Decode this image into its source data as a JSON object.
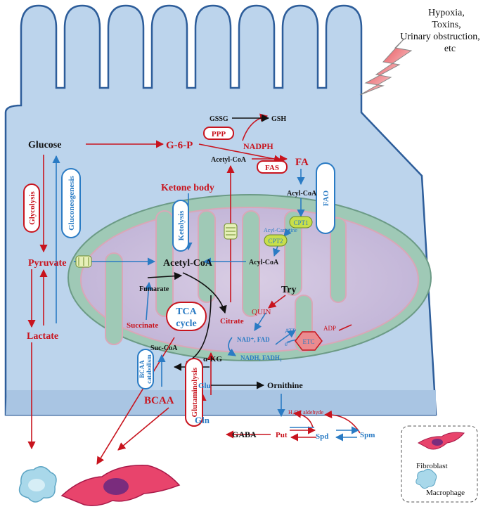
{
  "stress": [
    "Hypoxia,",
    "Toxins,",
    "Urinary obstruction,",
    "etc"
  ],
  "metabolites": {
    "glucose": "Glucose",
    "g6p": "G-6-P",
    "gssg": "GSSG",
    "gsh": "GSH",
    "nadph": "NADPH",
    "acetyl_coa_cyto": "Acetyl-CoA",
    "fa": "FA",
    "acyl_coa_cyto": "Acyl-CoA",
    "ketone_body": "Ketone body",
    "pyruvate": "Pyruvate",
    "lactate": "Lactate",
    "acetyl_coa_mito": "Acetyl-CoA",
    "acyl_coa_mito": "Acyl-CoA",
    "acyl_carnitine": "Acyl-Carnitine",
    "fumarate": "Fumarate",
    "succinate": "Succinate",
    "citrate": "Citrate",
    "try": "Try",
    "quin": "QUIN",
    "nad_fad": "NAD⁺, FAD",
    "nadh_fadh": "NADH, FADH₂",
    "atp": "ATP",
    "adp": "ADP",
    "e": "e⁻",
    "suc_coa": "Suc-CoA",
    "akg": "α-KG",
    "glu": "Glu",
    "gln": "Gln",
    "bcaa": "BCAA",
    "ornithine": "Ornithine",
    "gaba": "GABA",
    "put": "Put",
    "spd": "Spd",
    "spm": "Spm",
    "h2o2": "H₂O₂, aldehyde"
  },
  "pills": {
    "ppp": "PPP",
    "fas": "FAS",
    "glycolysis": "Glycolysis",
    "gluconeogenesis": "Gluconeogenesis",
    "ketolysis": "Ketolysis",
    "fao": "FAO",
    "cpt1": "CPT1",
    "cpt2": "CPT2",
    "tca": [
      "TCA",
      "cycle"
    ],
    "etc": "ETC",
    "bcaa_catabolism": [
      "BCAA",
      "catabolism"
    ],
    "glutaminolysis": "Glutaminolysis"
  },
  "legend": {
    "fibroblast": "Fibroblast",
    "macrophage": "Macrophage"
  },
  "colors": {
    "red": "#c8141e",
    "blue": "#2a7bc4",
    "black": "#111111",
    "cell_fill": "#bcd4ec",
    "cell_stroke": "#2d5d9a"
  }
}
